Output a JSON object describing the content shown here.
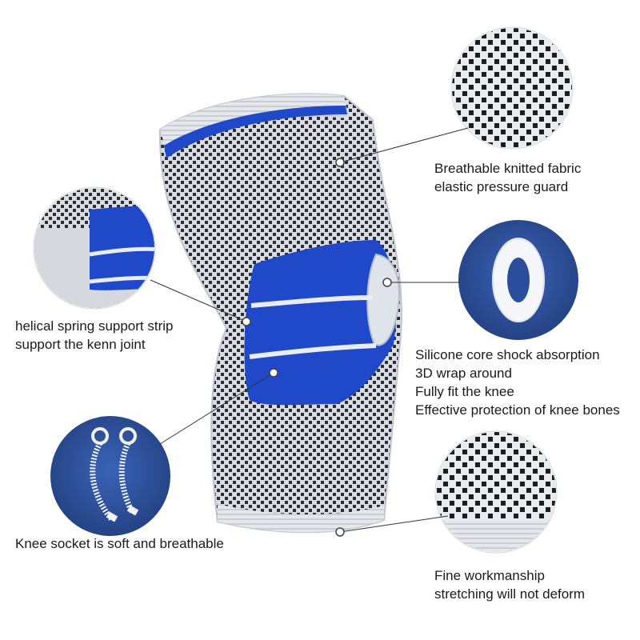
{
  "colors": {
    "knit_grey": "#d9dde3",
    "knit_dark": "#2b2e33",
    "accent_blue": "#1f49c8",
    "circle_blue": "#2a4e9c",
    "leader_line": "#333333",
    "text": "#1a1a1a"
  },
  "callouts": {
    "fabric": {
      "lines": [
        "Breathable knitted fabric",
        "elastic pressure guard"
      ],
      "icon": "knit-fabric-closeup"
    },
    "spring": {
      "lines": [
        "helical spring support strip",
        "support the kenn joint"
      ],
      "icon": "spring-strip-closeup"
    },
    "core": {
      "lines": [
        "Silicone core shock absorption",
        "3D wrap around",
        "Fully fit the knee",
        "Effective protection of knee bones"
      ],
      "icon": "silicone-ring"
    },
    "socket": {
      "lines": [
        "Knee socket is soft and breathable"
      ],
      "icon": "spring-coils"
    },
    "fine": {
      "lines": [
        "Fine workmanship",
        "stretching will not deform"
      ],
      "icon": "knit-edge-closeup"
    }
  }
}
